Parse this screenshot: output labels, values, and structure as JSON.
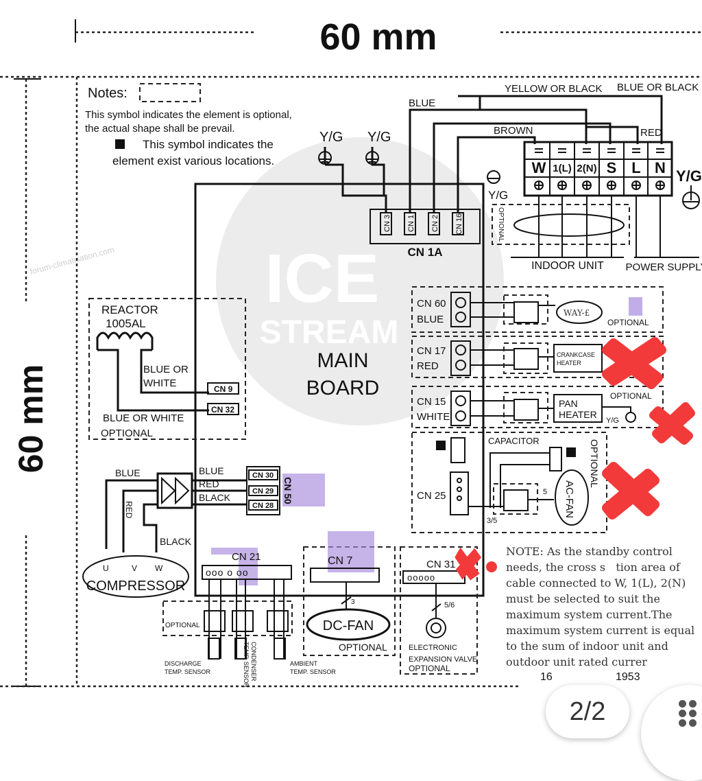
{
  "dimensions": {
    "top": "60 mm",
    "left": "60 mm"
  },
  "notes": {
    "title": "Notes:",
    "optional_line1": "This symbol indicates the element is  optional,",
    "optional_line2": "the actual shape shall be prevail.",
    "locations_line1": "This symbol indicates the",
    "locations_line2": "element exist various locations."
  },
  "watermark": {
    "line1": "ICE",
    "line2": "STREAM",
    "site": "forum-climatisation.com"
  },
  "main_board": {
    "line1": "MAIN",
    "line2": "BOARD"
  },
  "cn1a": {
    "label": "CN 1A",
    "pins": [
      "CN 3",
      "CN 1",
      "CN 2",
      "CN 16"
    ]
  },
  "wires": {
    "blue": "BLUE",
    "yellow_or_black": "YELLOW OR BLACK",
    "blue_or_black": "BLUE OR BLACK",
    "brown": "BROWN",
    "red": "RED",
    "yg": "Y/G",
    "black": "BLACK"
  },
  "terminals": [
    "W",
    "1(L)",
    "2(N)",
    "S",
    "L",
    "N"
  ],
  "indoor_unit": "INDOOR UNIT",
  "power_supply": "POWER SUPPLY",
  "optional": "OPTIONAL",
  "reactor": {
    "line1": "REACTOR",
    "line2": "1005AL",
    "blue_or_white_a1": "BLUE OR",
    "blue_or_white_a2": "WHITE",
    "blue_or_white_b": "BLUE OR WHITE",
    "cn9": "CN 9",
    "cn32": "CN 32"
  },
  "connectors": {
    "cn60": {
      "name": "CN 60",
      "color": "BLUE",
      "load": "WAY-£"
    },
    "cn17": {
      "name": "CN 17",
      "color": "RED",
      "load1": "CRANKCASE",
      "load2": "HEATER"
    },
    "cn15": {
      "name": "CN 15",
      "color": "WHITE",
      "load1": "PAN",
      "load2": "HEATER"
    },
    "cn25": {
      "name": "CN 25",
      "capacitor": "CAPACITOR",
      "fan": "AC-FAN",
      "n5": "5",
      "n35": "3/5"
    },
    "cn30": "CN 30",
    "cn29": "CN 29",
    "cn28": "CN 28",
    "cn50": "CN 50",
    "cn21": "CN 21",
    "cn7": "CN 7",
    "cn31": "CN 31"
  },
  "compressor": {
    "label": "COMPRESSOR",
    "u": "U",
    "v": "V",
    "w": "W"
  },
  "dc_fan": {
    "label": "DC-FAN",
    "n3": "3"
  },
  "eev": {
    "line1": "ELECTRONIC",
    "line2": "EXPANSION VALVE",
    "line3": "OPTIONAL",
    "n56": "5/6"
  },
  "sensors": {
    "discharge1": "DISCHARGE",
    "discharge2": "TEMP. SENSOR",
    "condenser1": "CONDENSER",
    "condenser2": "TEMP. SENSOR",
    "ambient1": "AMBIENT",
    "ambient2": "TEMP. SENSOR"
  },
  "note_text": [
    "NOTE: As the standby control",
    "needs, the cross s   tion area of",
    "cable connected to  W, 1(L), 2(N)",
    "must  be  selected  to suit the",
    "maximum system current.The",
    "maximum system current is equal",
    "to the sum of indoor unit and",
    "outdoor unit rated currer"
  ],
  "partial_numbers": [
    "16",
    "1953"
  ],
  "page_indicator": "2/2",
  "colors": {
    "annotation_red": "#f23a3a",
    "highlight_purple": "#a78bdc"
  }
}
